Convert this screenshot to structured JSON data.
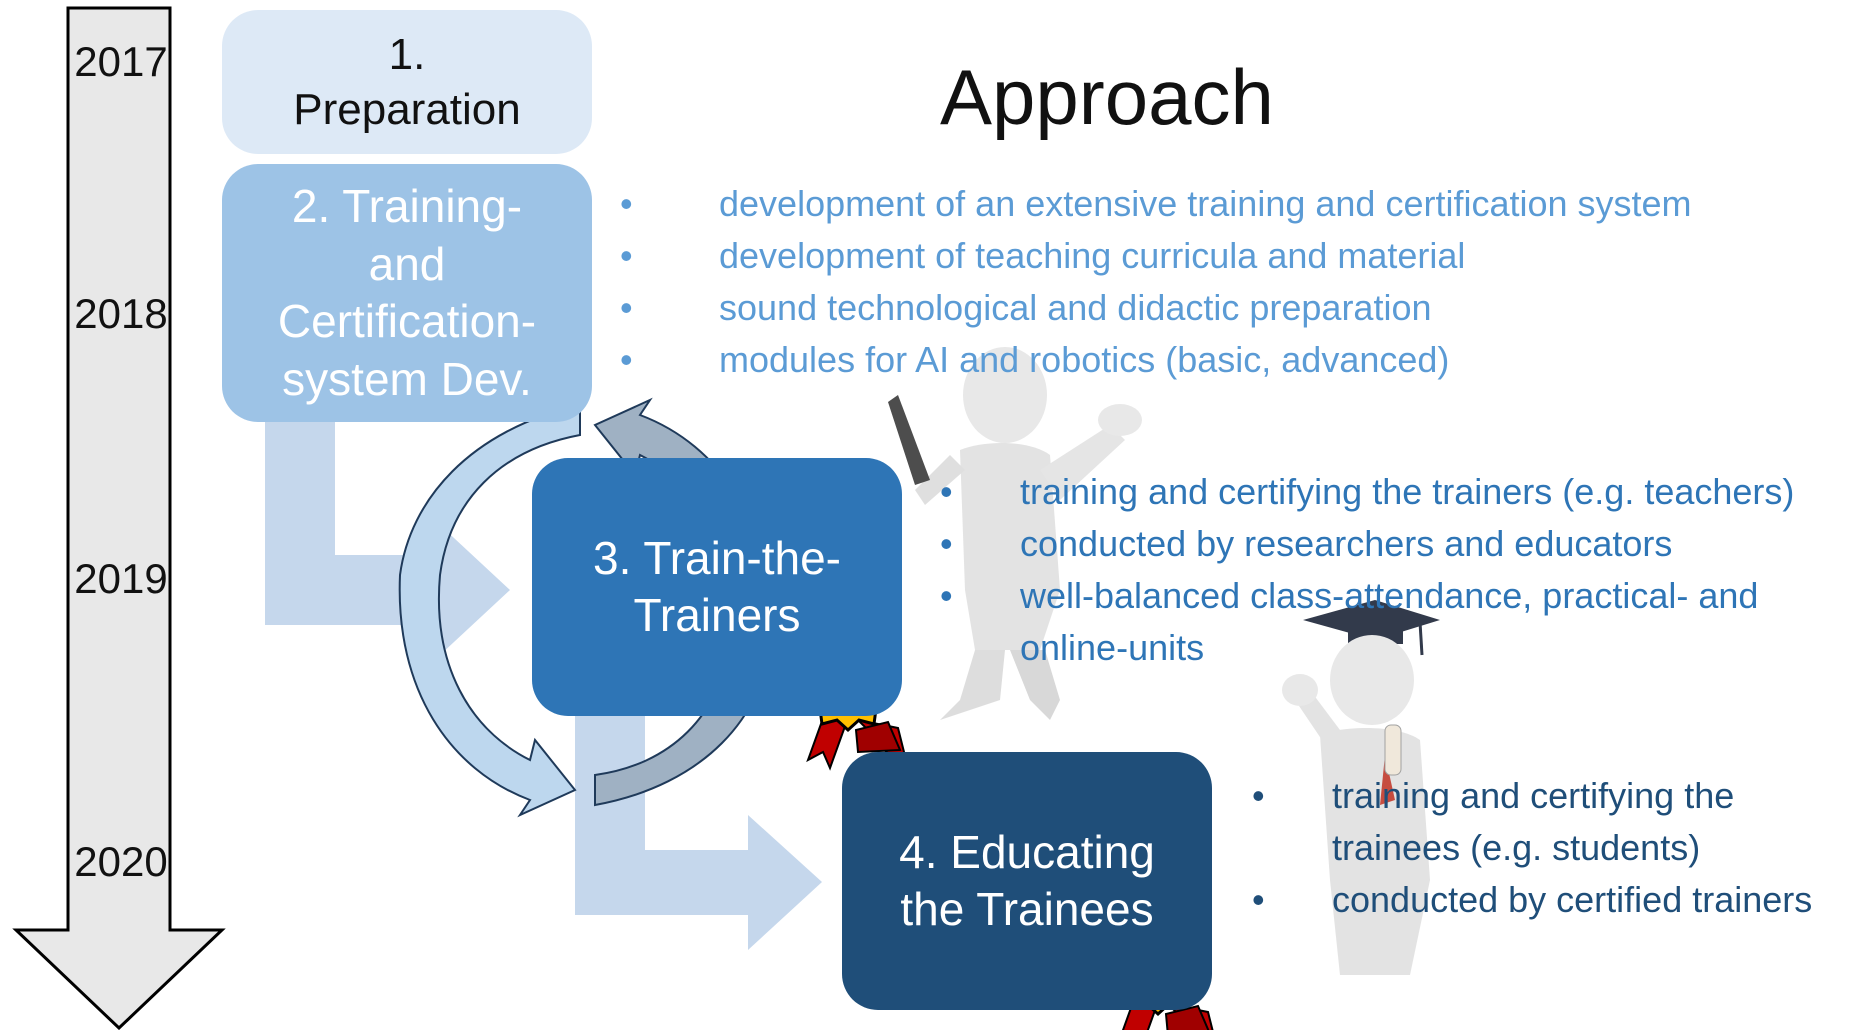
{
  "title": "Approach",
  "years": [
    "2017",
    "2018",
    "2019",
    "2020"
  ],
  "steps": [
    {
      "label": "1.\nPreparation",
      "color": "#dde9f6",
      "text_color": "#111111"
    },
    {
      "label": "2. Training-\nand\nCertification-\nsystem Dev.",
      "color": "#9dc3e6",
      "text_color": "#ffffff"
    },
    {
      "label": "3. Train-the-\nTrainers",
      "color": "#2e75b6",
      "text_color": "#ffffff"
    },
    {
      "label": "4. Educating\nthe Trainees",
      "color": "#1f4e79",
      "text_color": "#ffffff"
    }
  ],
  "bullets_step2": [
    "development of an extensive training and certification system",
    "development of teaching curricula and material",
    "sound technological and didactic preparation",
    "modules for AI and robotics (basic, advanced)"
  ],
  "bullets_step3": [
    "training and certifying the trainers (e.g. teachers)",
    "conducted by researchers and educators",
    "well-balanced class-attendance, practical- and online-units"
  ],
  "bullets_step4": [
    "training and certifying the trainees (e.g. students)",
    "conducted by certified trainers"
  ],
  "bullet_symbol": "•",
  "colors": {
    "step2_text": "#5b9bd5",
    "step3_text": "#2e75b6",
    "step4_text": "#1f4e79",
    "timeline_fill": "#e8e8e8",
    "flow_arrow": "#c5d7ec",
    "badge_gold": "#ffc000",
    "badge_red": "#c00000"
  }
}
